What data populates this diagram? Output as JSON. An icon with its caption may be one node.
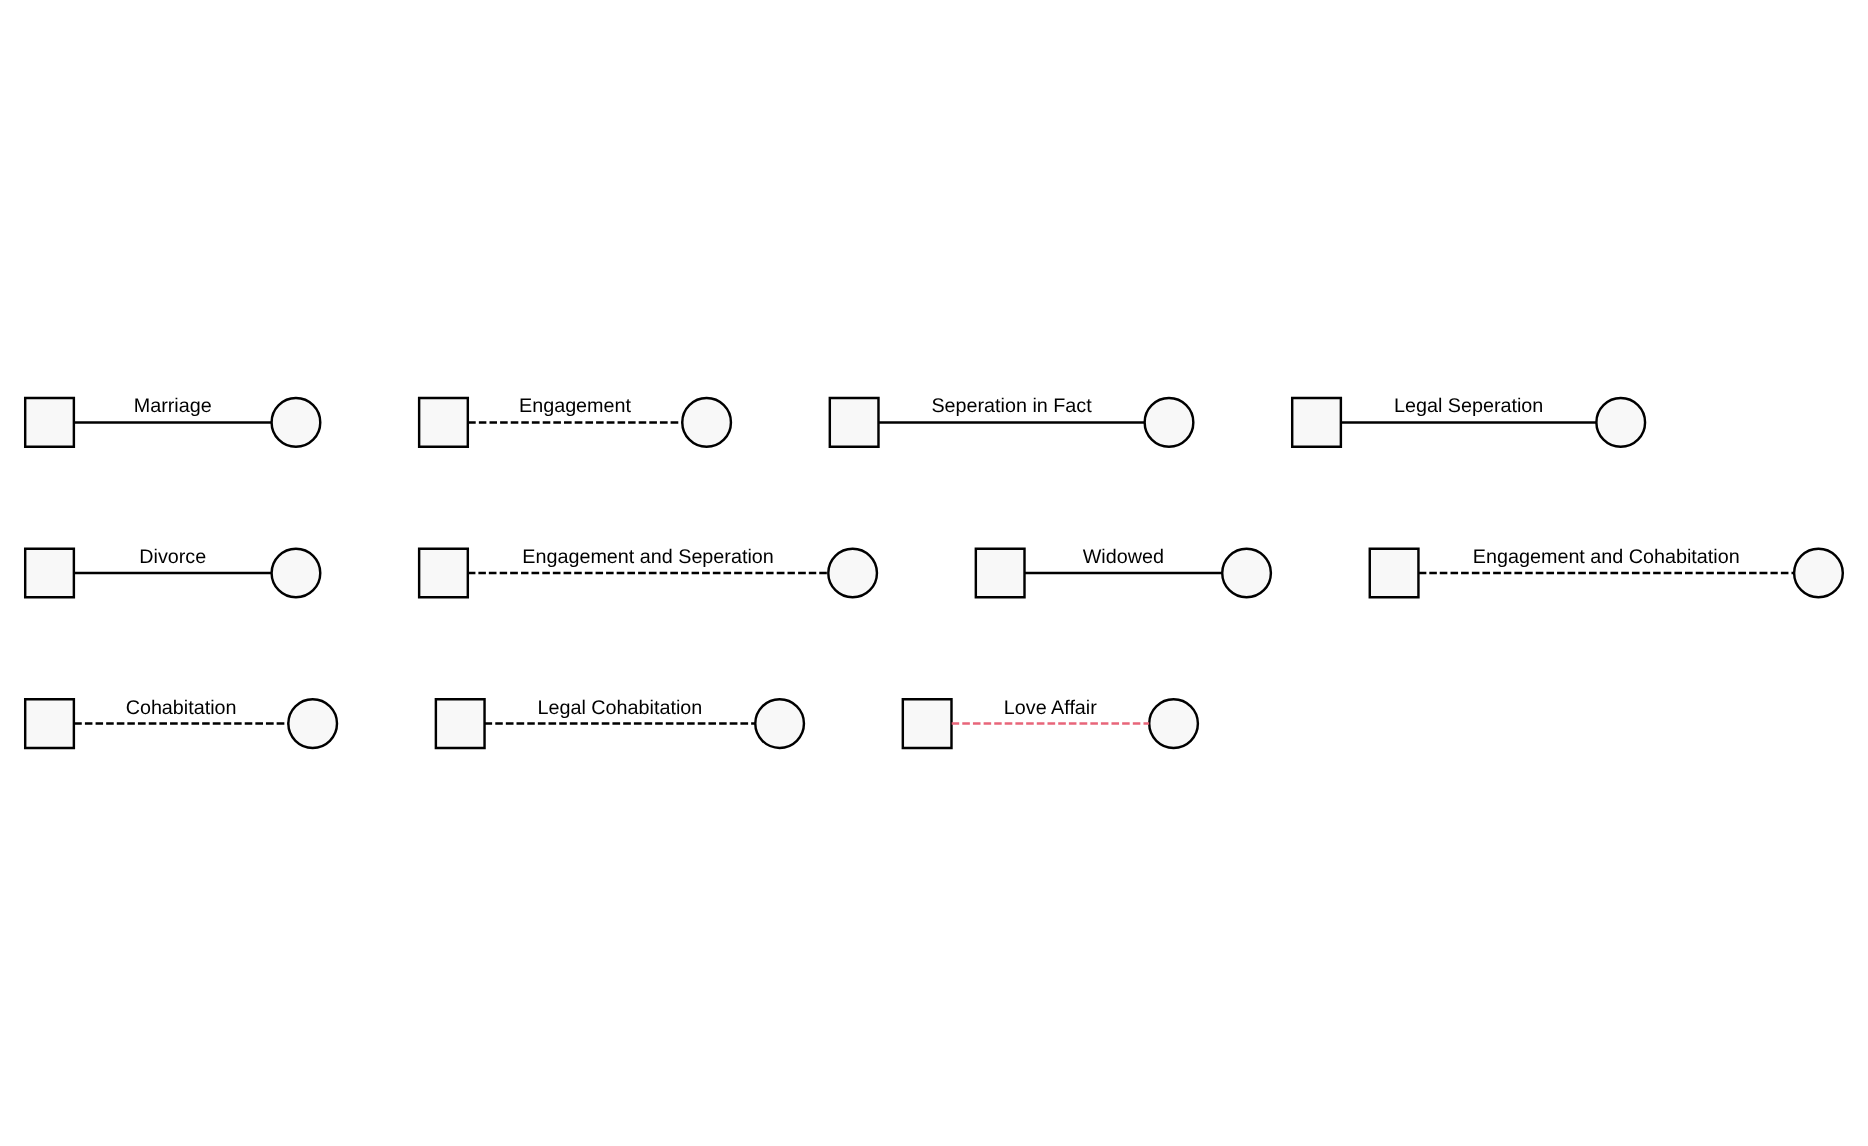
{
  "diagram": {
    "nodes": [
      {
        "text": [],
        "shape": "box"
      },
      {
        "text": [],
        "shape": "circle"
      },
      {
        "text": [],
        "shape": "box"
      },
      {
        "text": [],
        "shape": "circle"
      },
      {
        "text": [],
        "shape": "box"
      },
      {
        "text": [],
        "shape": "circle"
      },
      {
        "text": [],
        "shape": "box"
      },
      {
        "text": [],
        "shape": "circle"
      },
      {
        "text": [],
        "shape": "box"
      },
      {
        "text": [],
        "shape": "circle"
      },
      {
        "text": [],
        "shape": "box"
      },
      {
        "text": [],
        "shape": "circle"
      },
      {
        "text": [],
        "shape": "box"
      },
      {
        "text": [],
        "shape": "circle"
      },
      {
        "text": [],
        "shape": "box"
      },
      {
        "text": [],
        "shape": "circle"
      },
      {
        "text": [],
        "shape": "box"
      },
      {
        "text": [],
        "shape": "circle"
      },
      {
        "text": [],
        "shape": "box"
      },
      {
        "text": [],
        "shape": "circle"
      },
      {
        "text": [],
        "shape": "box"
      },
      {
        "text": [],
        "shape": "circle"
      }
    ],
    "edges": [
      {
        "from": 0,
        "to": 1,
        "arrow": "none",
        "label": "Marriage"
      },
      {
        "from": 2,
        "to": 3,
        "arrow": "none",
        "label": "Engagement",
        "style": "dashed"
      },
      {
        "from": 4,
        "to": 5,
        "arrow": "none",
        "label": "Seperation in Fact"
      },
      {
        "from": 6,
        "to": 7,
        "arrow": "none",
        "label": "Legal Seperation"
      },
      {
        "from": 8,
        "to": 9,
        "arrow": "none",
        "label": "Divorce"
      },
      {
        "from": 10,
        "to": 11,
        "arrow": "none",
        "label": "Engagement and Seperation",
        "style": "dashed"
      },
      {
        "from": 12,
        "to": 13,
        "arrow": "none",
        "label": "Widowed"
      },
      {
        "from": 14,
        "to": 15,
        "arrow": "none",
        "label": "Engagement and Cohabitation",
        "style": "dashed"
      },
      {
        "from": 16,
        "to": 17,
        "arrow": "none",
        "label": "Cohabitation",
        "style": "dashed"
      },
      {
        "from": 18,
        "to": 19,
        "arrow": "none",
        "label": "Legal Cohabitation",
        "style": "dashed"
      },
      {
        "from": 20,
        "to": 21,
        "arrow": "none",
        "label": "Love Affair",
        "style": "dashed",
        "color": "#e8657a"
      }
    ]
  }
}
